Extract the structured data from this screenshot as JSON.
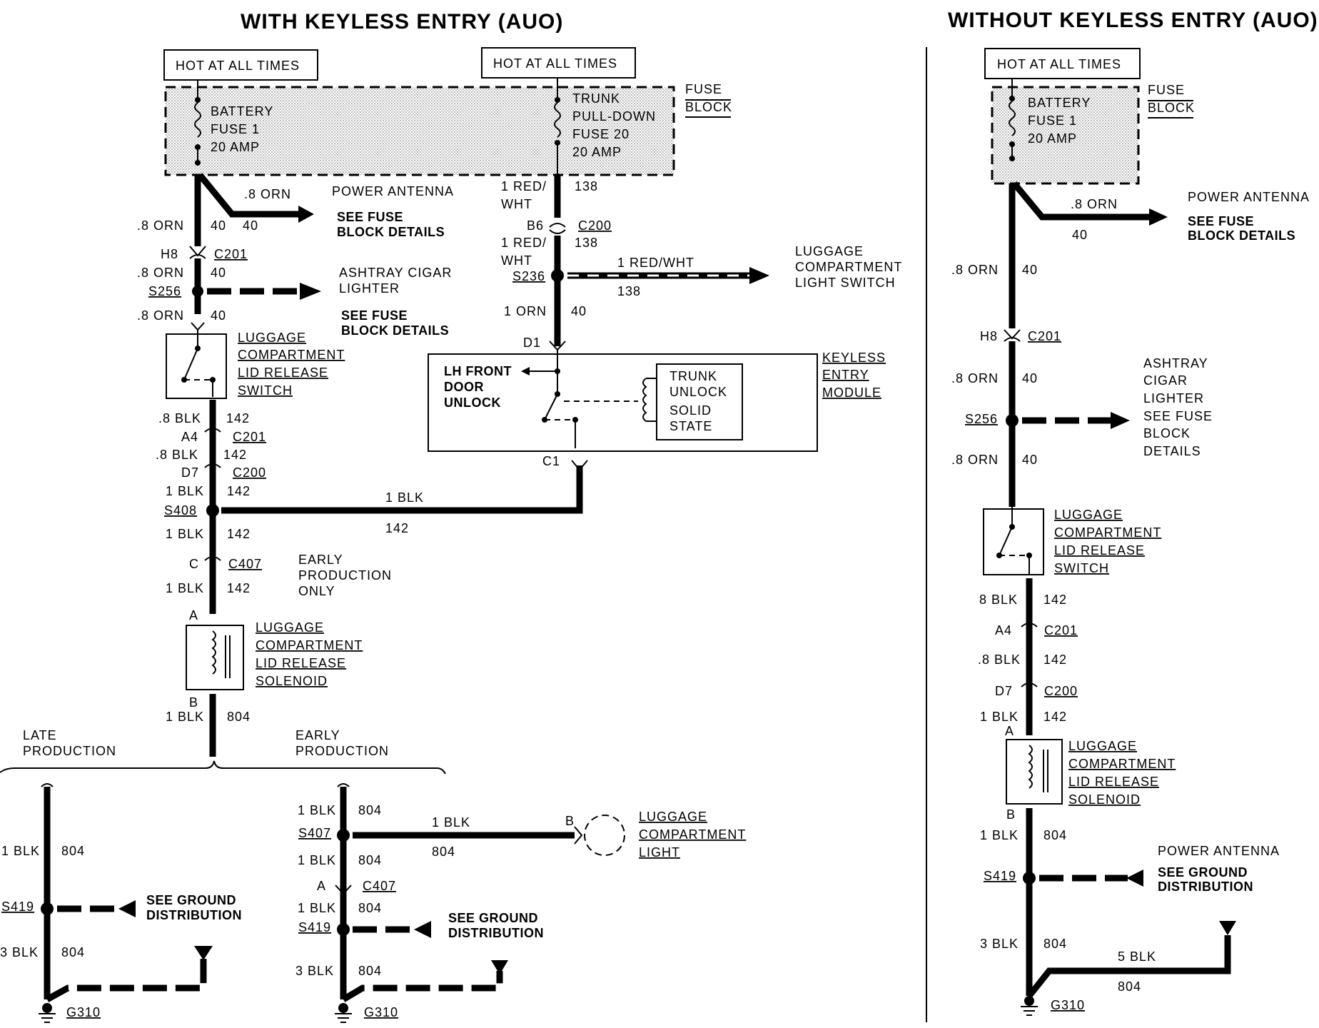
{
  "titles": {
    "with_keyless": "WITH KEYLESS ENTRY (AUO)",
    "without_keyless": "WITHOUT KEYLESS ENTRY (AUO)"
  },
  "hot_at_all_times": "HOT AT ALL TIMES",
  "fuse_block": {
    "line1": "FUSE",
    "line2": "BLOCK"
  },
  "battery_fuse": {
    "line1": "BATTERY",
    "line2": "FUSE 1",
    "line3": "20 AMP"
  },
  "trunk_fuse": {
    "line1": "TRUNK",
    "line2": "PULL-DOWN",
    "line3": "FUSE 20",
    "line4": "20 AMP"
  },
  "wires": {
    "orn_08": ".8 ORN",
    "orn_1": "1 ORN",
    "blk_08": ".8 BLK",
    "blk_8": "8 BLK",
    "blk_1": "1 BLK",
    "blk_3": "3 BLK",
    "blk_5": "5 BLK",
    "red_wht_1a": "1 RED/",
    "red_wht_1b": "WHT",
    "red_wht_1": "1 RED/WHT",
    "c40": "40",
    "c138": "138",
    "c142": "142",
    "c804": "804"
  },
  "connectors": {
    "c201": "C201",
    "c200": "C200",
    "c407": "C407",
    "h8": "H8",
    "a4": "A4",
    "d7": "D7",
    "b6": "B6",
    "d1": "D1",
    "c1": "C1",
    "pin_c": "C",
    "pin_a": "A",
    "pin_b": "B"
  },
  "splices": {
    "s256": "S256",
    "s236": "S236",
    "s408": "S408",
    "s407": "S407",
    "s419": "S419",
    "g310": "G310"
  },
  "labels": {
    "power_antenna": "POWER ANTENNA",
    "see_fuse_1": "SEE FUSE",
    "see_fuse_2": "BLOCK DETAILS",
    "ashtray_1": "ASHTRAY CIGAR",
    "ashtray_2": "LIGHTER",
    "ashtray": "ASHTRAY",
    "cigar": "CIGAR",
    "lighter": "LIGHTER",
    "see_fuse": "SEE FUSE",
    "block": "BLOCK",
    "details": "DETAILS",
    "luggage": "LUGGAGE",
    "compartment": "COMPARTMENT",
    "lid_release": "LID RELEASE",
    "switch": "SWITCH",
    "solenoid": "SOLENOID",
    "light": "LIGHT",
    "light_switch": "LIGHT SWITCH",
    "keyless": "KEYLESS",
    "entry": "ENTRY",
    "module": "MODULE",
    "lh_front": "LH FRONT",
    "door": "DOOR",
    "unlock": "UNLOCK",
    "trunk": "TRUNK",
    "unlock2": "UNLOCK",
    "solid": "SOLID",
    "state": "STATE",
    "early": "EARLY",
    "production": "PRODUCTION",
    "only": "ONLY",
    "late": "LATE",
    "see_ground_1": "SEE GROUND",
    "see_ground_2": "DISTRIBUTION"
  }
}
